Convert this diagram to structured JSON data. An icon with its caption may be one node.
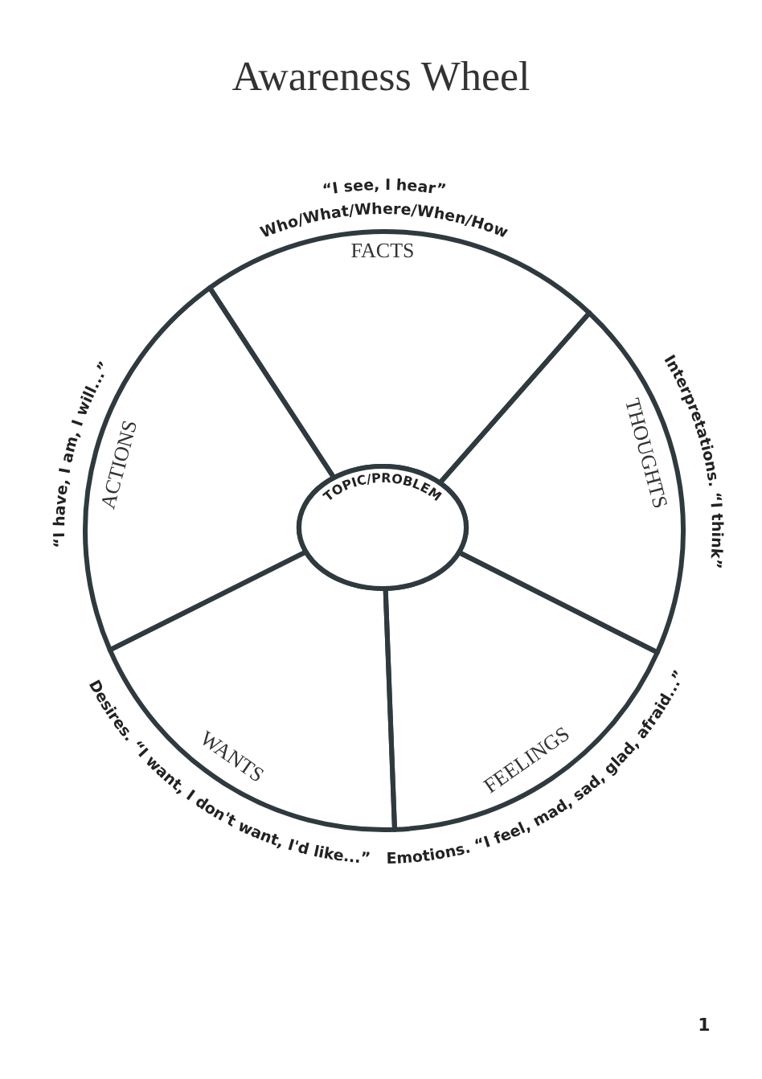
{
  "diagram": {
    "title": "Awareness Wheel",
    "nodes": [
      {
        "text": [
          "FACTS"
        ],
        "beside": [
          "“I see, I hear”",
          "Who/What/Where/When/How"
        ]
      },
      {
        "text": [
          "THOUGHTS"
        ],
        "beside": [
          "Interpretations. “I think”"
        ]
      },
      {
        "text": [
          "FEELINGS"
        ],
        "beside": [
          "Emotions. “I feel, mad, sad, glad, afraid...”"
        ]
      },
      {
        "text": [
          "WANTS"
        ],
        "beside": [
          "Desires. “I want, I don't want, I'd like...”"
        ]
      },
      {
        "text": [
          "ACTIONS"
        ],
        "beside": [
          "“I have, I am, I will...”"
        ]
      },
      {
        "text": [
          "TOPIC/PROBLEM"
        ]
      }
    ],
    "labels": [
      "1"
    ]
  }
}
